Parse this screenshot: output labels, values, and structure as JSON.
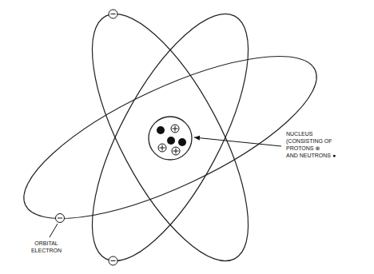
{
  "diagram": {
    "labels": [
      "NUCLEUS",
      "(CONSISTING OF",
      "PROTONS ⊕",
      "AND NEUTRONS ●",
      "ORBITAL ELECTRON"
    ]
  }
}
